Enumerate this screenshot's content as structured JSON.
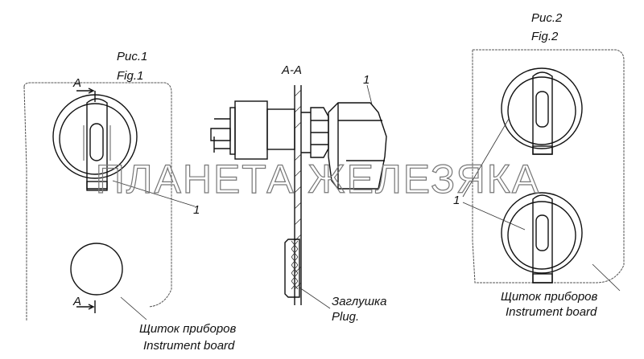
{
  "figure1": {
    "title_ru": "Рис.1",
    "title_en": "Fig.1",
    "section_mark_top": "A",
    "section_mark_bottom": "A",
    "callout": "1",
    "board_ru": "Щиток приборов",
    "board_en": "Instrument board"
  },
  "section": {
    "title": "A-A",
    "callout": "1",
    "plug_ru": "Заглушка",
    "plug_en": "Plug."
  },
  "figure2": {
    "title_ru": "Рис.2",
    "title_en": "Fig.2",
    "callout": "1",
    "board_ru": "Щиток приборов",
    "board_en": "Instrument board"
  },
  "watermark": "ПЛАНЕТА ЖЕЛЕЗЯКА"
}
